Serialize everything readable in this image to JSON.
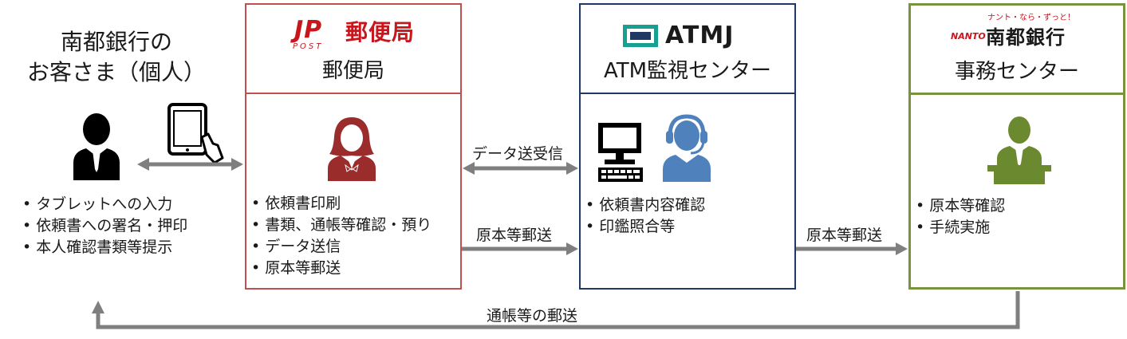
{
  "customer": {
    "title_line1": "南都銀行の",
    "title_line2": "お客さま（個人）",
    "bullets": [
      "タブレットへの入力",
      "依頼書への署名・押印",
      "本人確認書類等提示"
    ]
  },
  "post": {
    "logo_jp": "JP",
    "logo_post": "POST",
    "logo_name": "郵便局",
    "subtitle": "郵便局",
    "bullets": [
      "依頼書印刷",
      "書類、通帳等確認・預り",
      "データ送信",
      "原本等郵送"
    ],
    "color": "#c0504d"
  },
  "atm": {
    "logo_name": "ATMJ",
    "subtitle": "ATM監視センター",
    "bullets": [
      "依頼書内容確認",
      "印鑑照合等"
    ],
    "color": "#1f3864"
  },
  "bank": {
    "logo_slogan": "ナント・なら・ずっと！",
    "logo_nanto": "NANTO",
    "logo_name": "南都銀行",
    "subtitle": "事務センター",
    "bullets": [
      "原本等確認",
      "手続実施"
    ],
    "color": "#77933c"
  },
  "arrows": {
    "data_exchange": "データ送受信",
    "mail_to_atm": "原本等郵送",
    "mail_to_bank": "原本等郵送",
    "return_mail": "通帳等の郵送"
  }
}
